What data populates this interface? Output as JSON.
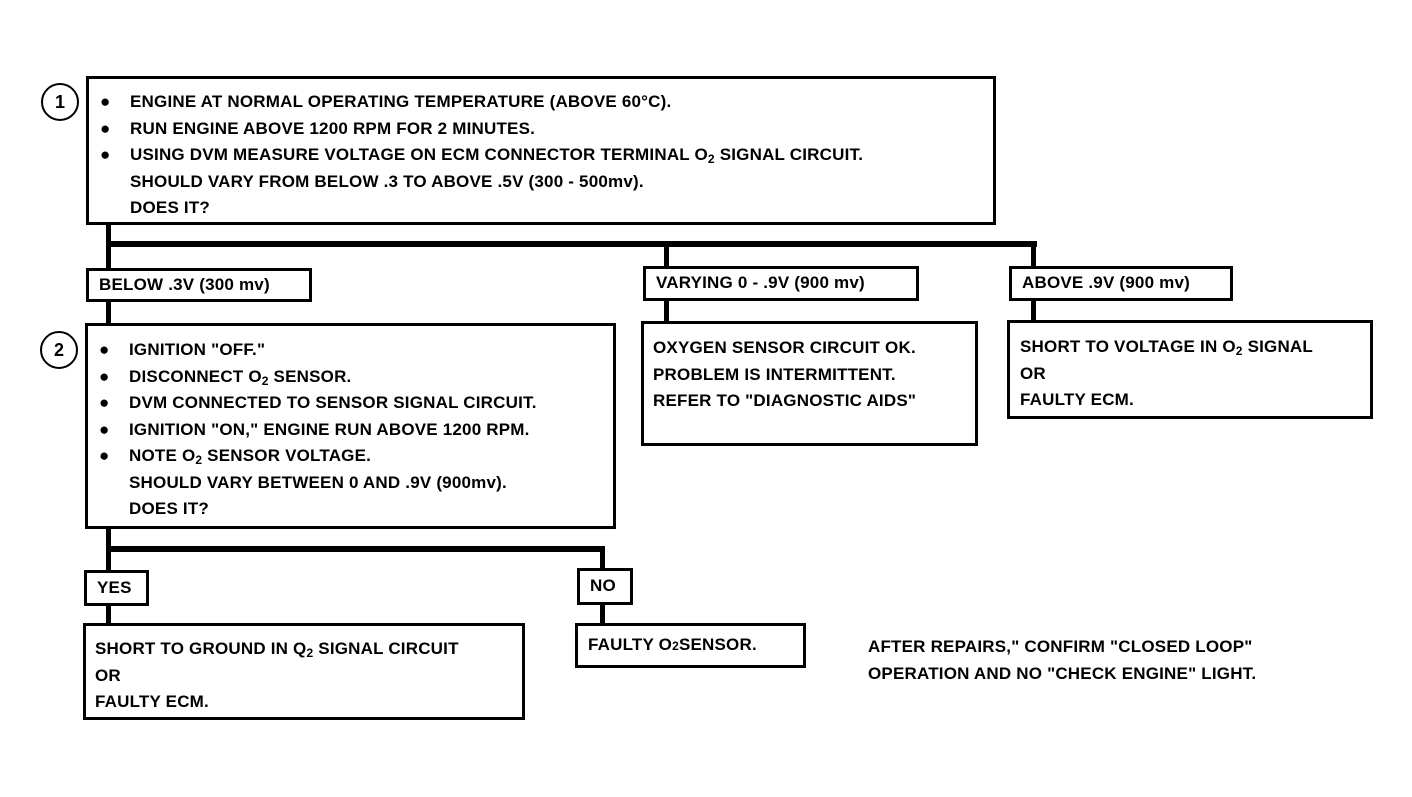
{
  "step1": {
    "number": "1",
    "bullet_char": "●",
    "lines": [
      "ENGINE AT NORMAL OPERATING TEMPERATURE (ABOVE 60°C).",
      "RUN ENGINE ABOVE 1200 RPM FOR 2 MINUTES.",
      "USING DVM MEASURE VOLTAGE ON ECM CONNECTOR TERMINAL O",
      "2",
      " SIGNAL CIRCUIT.",
      "SHOULD VARY FROM BELOW .3 TO ABOVE .5V (300 - 500mv).",
      "DOES IT?"
    ]
  },
  "branches": {
    "below": "BELOW .3V (300 mv)",
    "varying": "VARYING 0 - .9V (900 mv)",
    "above": "ABOVE .9V (900 mv)"
  },
  "varying_result": {
    "lines": [
      "OXYGEN SENSOR CIRCUIT OK.",
      "PROBLEM IS INTERMITTENT.",
      "REFER TO \"DIAGNOSTIC AIDS\""
    ]
  },
  "above_result": {
    "line1a": "SHORT TO VOLTAGE IN O",
    "line1sub": "2",
    "line1b": " SIGNAL",
    "line2": "OR",
    "line3": "FAULTY ECM."
  },
  "step2": {
    "number": "2",
    "lines": [
      "IGNITION \"OFF.\"",
      "DISCONNECT O",
      "2",
      " SENSOR.",
      "DVM CONNECTED TO SENSOR SIGNAL CIRCUIT.",
      "IGNITION \"ON,\" ENGINE RUN ABOVE 1200 RPM.",
      "NOTE O",
      "2",
      " SENSOR VOLTAGE.",
      "SHOULD VARY BETWEEN 0 AND .9V (900mv).",
      "DOES IT?"
    ]
  },
  "yes_no": {
    "yes": "YES",
    "no": "NO"
  },
  "yes_result": {
    "line1a": "SHORT TO GROUND IN Q",
    "line1sub": "2",
    "line1b": " SIGNAL CIRCUIT",
    "line2": "OR",
    "line3": "FAULTY ECM."
  },
  "no_result": {
    "a": "FAULTY O",
    "sub": "2",
    "b": " SENSOR."
  },
  "note": {
    "line1": "AFTER REPAIRS,\" CONFIRM \"CLOSED LOOP\"",
    "line2": "OPERATION AND NO \"CHECK ENGINE\" LIGHT."
  }
}
